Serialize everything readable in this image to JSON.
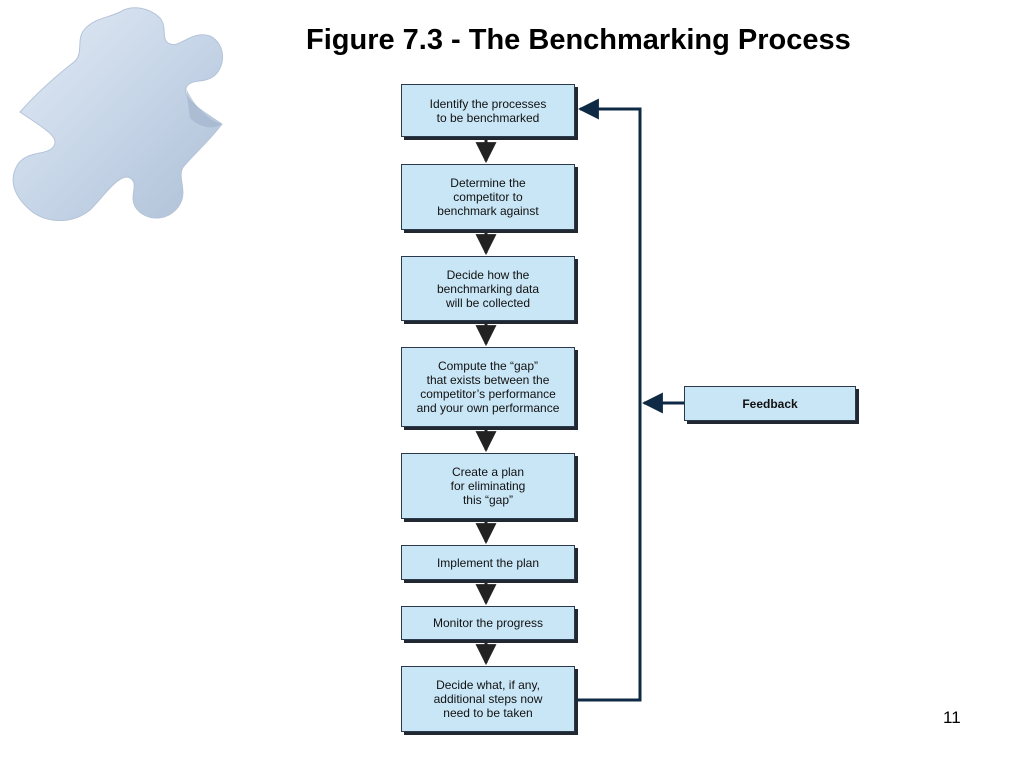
{
  "slide": {
    "title": "Figure 7.3 - The Benchmarking Process",
    "page_number": "11"
  },
  "process": {
    "steps": [
      {
        "label": "Identify the processes\nto be benchmarked"
      },
      {
        "label": "Determine the\ncompetitor to\nbenchmark against"
      },
      {
        "label": "Decide how the\nbenchmarking data\nwill be collected"
      },
      {
        "label": "Compute the “gap”\nthat exists between the\ncompetitor’s performance\nand your own performance"
      },
      {
        "label": "Create a plan\nfor eliminating\nthis “gap”"
      },
      {
        "label": "Implement the plan"
      },
      {
        "label": "Monitor the progress"
      },
      {
        "label": "Decide what, if any,\nadditional steps now\nneed to be taken"
      }
    ],
    "feedback_label": "Feedback"
  },
  "colors": {
    "box_fill": "#c9e6f6",
    "box_border": "#2b3a4a",
    "arrow": "#222222",
    "feedback_line": "#0f2a45",
    "puzzle_fill": "#cfdcec"
  },
  "icons": {
    "decoration": "puzzle-piece-icon"
  }
}
